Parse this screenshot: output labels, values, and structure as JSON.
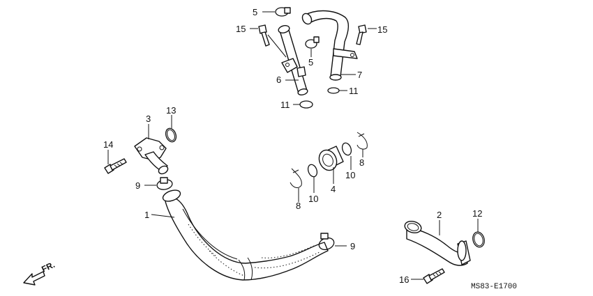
{
  "callouts": {
    "c1": "1",
    "c2": "2",
    "c3": "3",
    "c4": "4",
    "c5a": "5",
    "c5b": "5",
    "c6": "6",
    "c7": "7",
    "c8a": "8",
    "c8b": "8",
    "c9a": "9",
    "c9b": "9",
    "c10a": "10",
    "c10b": "10",
    "c11a": "11",
    "c11b": "11",
    "c12": "12",
    "c13": "13",
    "c14": "14",
    "c15a": "15",
    "c15b": "15",
    "c16": "16"
  },
  "diagram_code": "MS83-E1700",
  "direction_label": "FR."
}
